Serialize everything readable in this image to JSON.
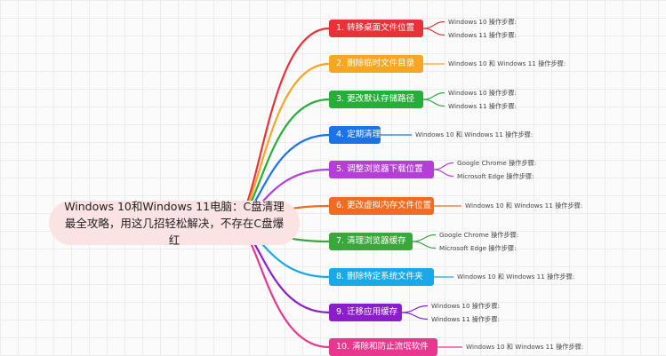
{
  "root": {
    "title": "Windows 10和Windows 11电脑：C盘清理最全攻略，用这几招轻松解决，不存在C盘爆红"
  },
  "branches": [
    {
      "label": "1. 转移桌面文件位置",
      "color": "#e8323a",
      "leaves": [
        "Windows 10 操作步骤:",
        "Windows 11 操作步骤:"
      ]
    },
    {
      "label": "2. 删除临时文件目录",
      "color": "#f5a623",
      "leaves": [
        "Windows 10 和 Windows 11 操作步骤:"
      ]
    },
    {
      "label": "3. 更改默认存储路径",
      "color": "#27ae3a",
      "leaves": [
        "Windows 10 操作步骤:",
        "Windows 11 操作步骤:"
      ]
    },
    {
      "label": "4. 定期清理",
      "color": "#1c73e8",
      "leaves": [
        "Windows 10 和 Windows 11 操作步骤:"
      ]
    },
    {
      "label": "5. 调整浏览器下载位置",
      "color": "#b33fd6",
      "leaves": [
        "Google Chrome 操作步骤:",
        "Microsoft Edge 操作步骤:"
      ]
    },
    {
      "label": "6. 更改虚拟内存文件位置",
      "color": "#f26b21",
      "leaves": [
        "Windows 10 和 Windows 11 操作步骤:"
      ]
    },
    {
      "label": "7. 清理浏览器缓存",
      "color": "#3aa63c",
      "leaves": [
        "Google Chrome 操作步骤:",
        "Microsoft Edge 操作步骤:"
      ]
    },
    {
      "label": "8. 删除特定系统文件夹",
      "color": "#1aa9e8",
      "leaves": [
        "Windows 10 和 Windows 11 操作步骤:"
      ]
    },
    {
      "label": "9. 迁移应用缓存",
      "color": "#8a1fc9",
      "leaves": [
        "Windows 10 操作步骤:",
        "Windows 11 操作步骤:"
      ]
    },
    {
      "label": "10. 清除和防止流氓软件",
      "color": "#e8378d",
      "leaves": [
        "Windows 10 和 Windows 11 操作步骤:"
      ]
    }
  ]
}
